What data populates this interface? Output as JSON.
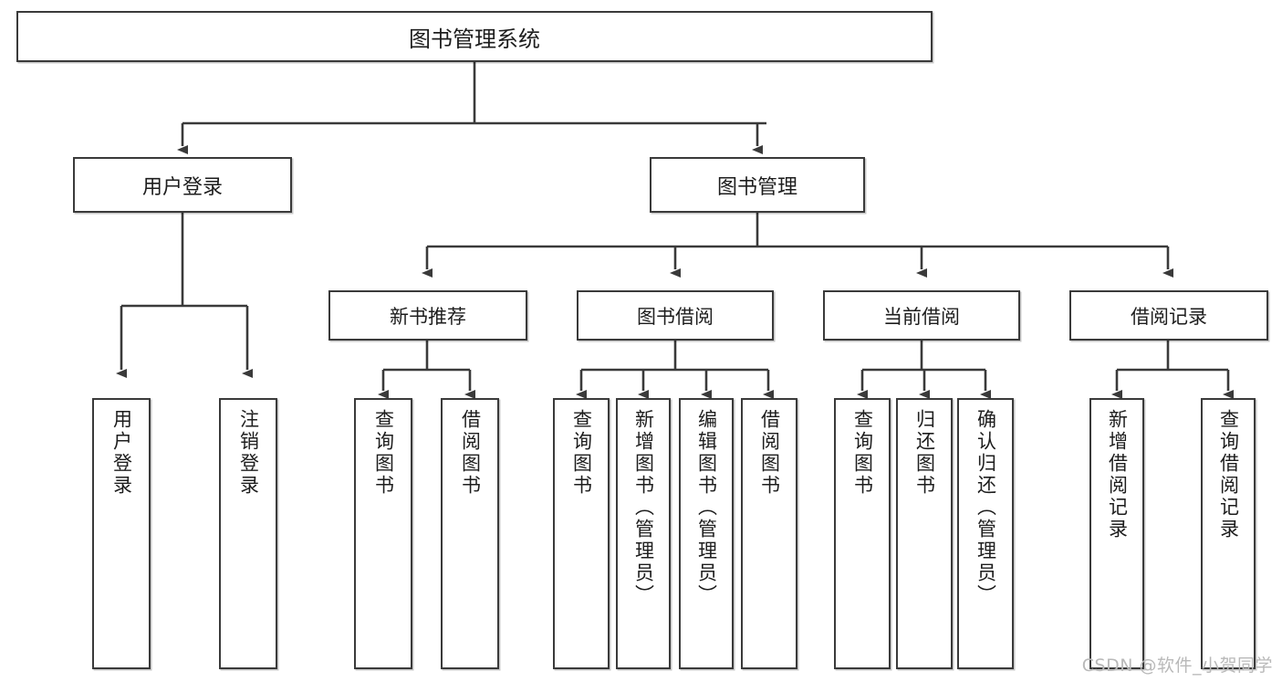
{
  "diagram": {
    "title": "图书管理系统",
    "type": "hierarchy-tree",
    "watermark": "CSDN @软件_小贺同学",
    "colors": {
      "border": "#3a3a3a",
      "fill": "#ffffff",
      "text": "#1d1d1d",
      "watermark": "#b9b9b9"
    },
    "root": {
      "label": "图书管理系统"
    },
    "level2": [
      {
        "label": "用户登录"
      },
      {
        "label": "图书管理"
      }
    ],
    "level3": [
      {
        "label": "新书推荐"
      },
      {
        "label": "图书借阅"
      },
      {
        "label": "当前借阅"
      },
      {
        "label": "借阅记录"
      }
    ],
    "leaves": {
      "user_login": [
        {
          "label": "用户登录"
        },
        {
          "label": "注销登录"
        }
      ],
      "new_book_recommend": [
        {
          "label": "查询图书"
        },
        {
          "label": "借阅图书"
        }
      ],
      "book_borrow": [
        {
          "label": "查询图书"
        },
        {
          "label": "新增图书（管理员）"
        },
        {
          "label": "编辑图书（管理员）"
        },
        {
          "label": "借阅图书"
        }
      ],
      "current_borrow": [
        {
          "label": "查询图书"
        },
        {
          "label": "归还图书"
        },
        {
          "label": "确认归还（管理员）"
        }
      ],
      "borrow_record": [
        {
          "label": "新增借阅记录"
        },
        {
          "label": "查询借阅记录"
        }
      ]
    }
  }
}
